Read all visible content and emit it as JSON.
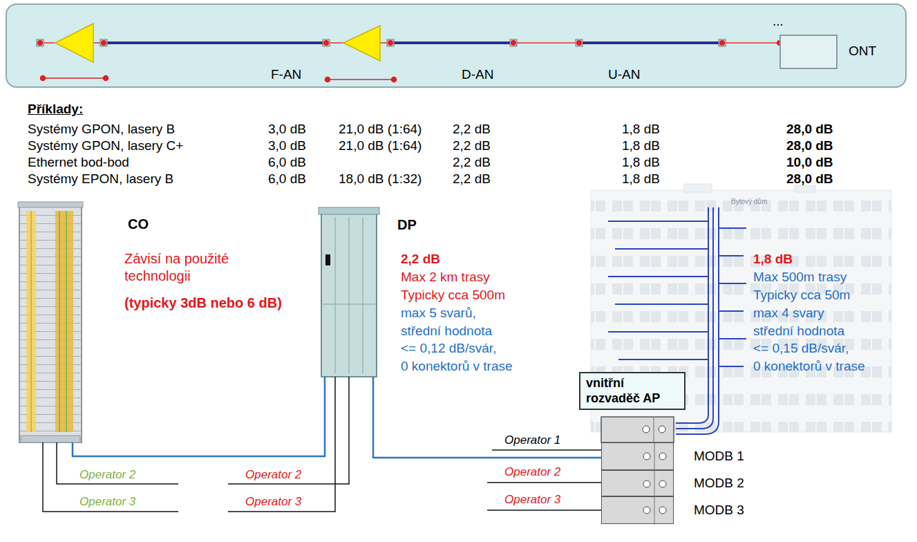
{
  "diagram": {
    "nodes": [
      {
        "text": [
          "F-AN",
          "D-AN",
          "U-AN",
          "..."
        ]
      },
      {
        "text": [
          "ONT"
        ],
        "in": 0
      },
      {
        "text": [
          "CO"
        ]
      },
      {
        "text": [
          "DP"
        ]
      },
      {
        "text": [
          "vnitřní rozvaděč AP"
        ]
      },
      {
        "text": [
          "MODB 1"
        ]
      },
      {
        "text": [
          "MODB 2"
        ]
      },
      {
        "text": [
          "MODB 3"
        ]
      }
    ],
    "edges": [
      {
        "from": 2,
        "to": 3,
        "arrow": "none"
      },
      {
        "from": 3,
        "to": 5,
        "arrow": "none"
      }
    ],
    "labels": [
      "Příklady:",
      "Systémy GPON, lasery B",
      "3,0 dB",
      "21,0 dB (1:64)",
      "2,2 dB",
      "1,8 dB",
      "28,0 dB",
      "Systémy GPON, lasery C+",
      "3,0 dB",
      "21,0 dB (1:64)",
      "2,2 dB",
      "1,8 dB",
      "28,0 dB",
      "Ethernet bod-bod",
      "6,0 dB",
      "2,2 dB",
      "1,8 dB",
      "10,0 dB",
      "Systémy EPON, lasery B",
      "6,0 dB",
      "18,0 dB (1:32)",
      "2,2 dB",
      "1,8 dB",
      "28,0 dB",
      "Závisí na použité technologii",
      "(typicky 3dB nebo 6 dB)",
      "2,2 dB",
      "Max 2 km trasy",
      "Typicky cca 500m",
      "max 5 svarů,",
      "střední hodnota",
      "<= 0,12 dB/svár,",
      "0 konektorů v trase",
      "Bytový dům",
      "1,8 dB",
      "Max 500m trasy",
      "Typicky cca 50m",
      "max 4 svary",
      "střední hodnota",
      "<= 0,15 dB/svár,",
      "0 konektorů v trase",
      "Operator 2",
      "Operator 3",
      "Operator 2",
      "Operator 3",
      "Operator 1",
      "Operator 2",
      "Operator 3"
    ]
  }
}
